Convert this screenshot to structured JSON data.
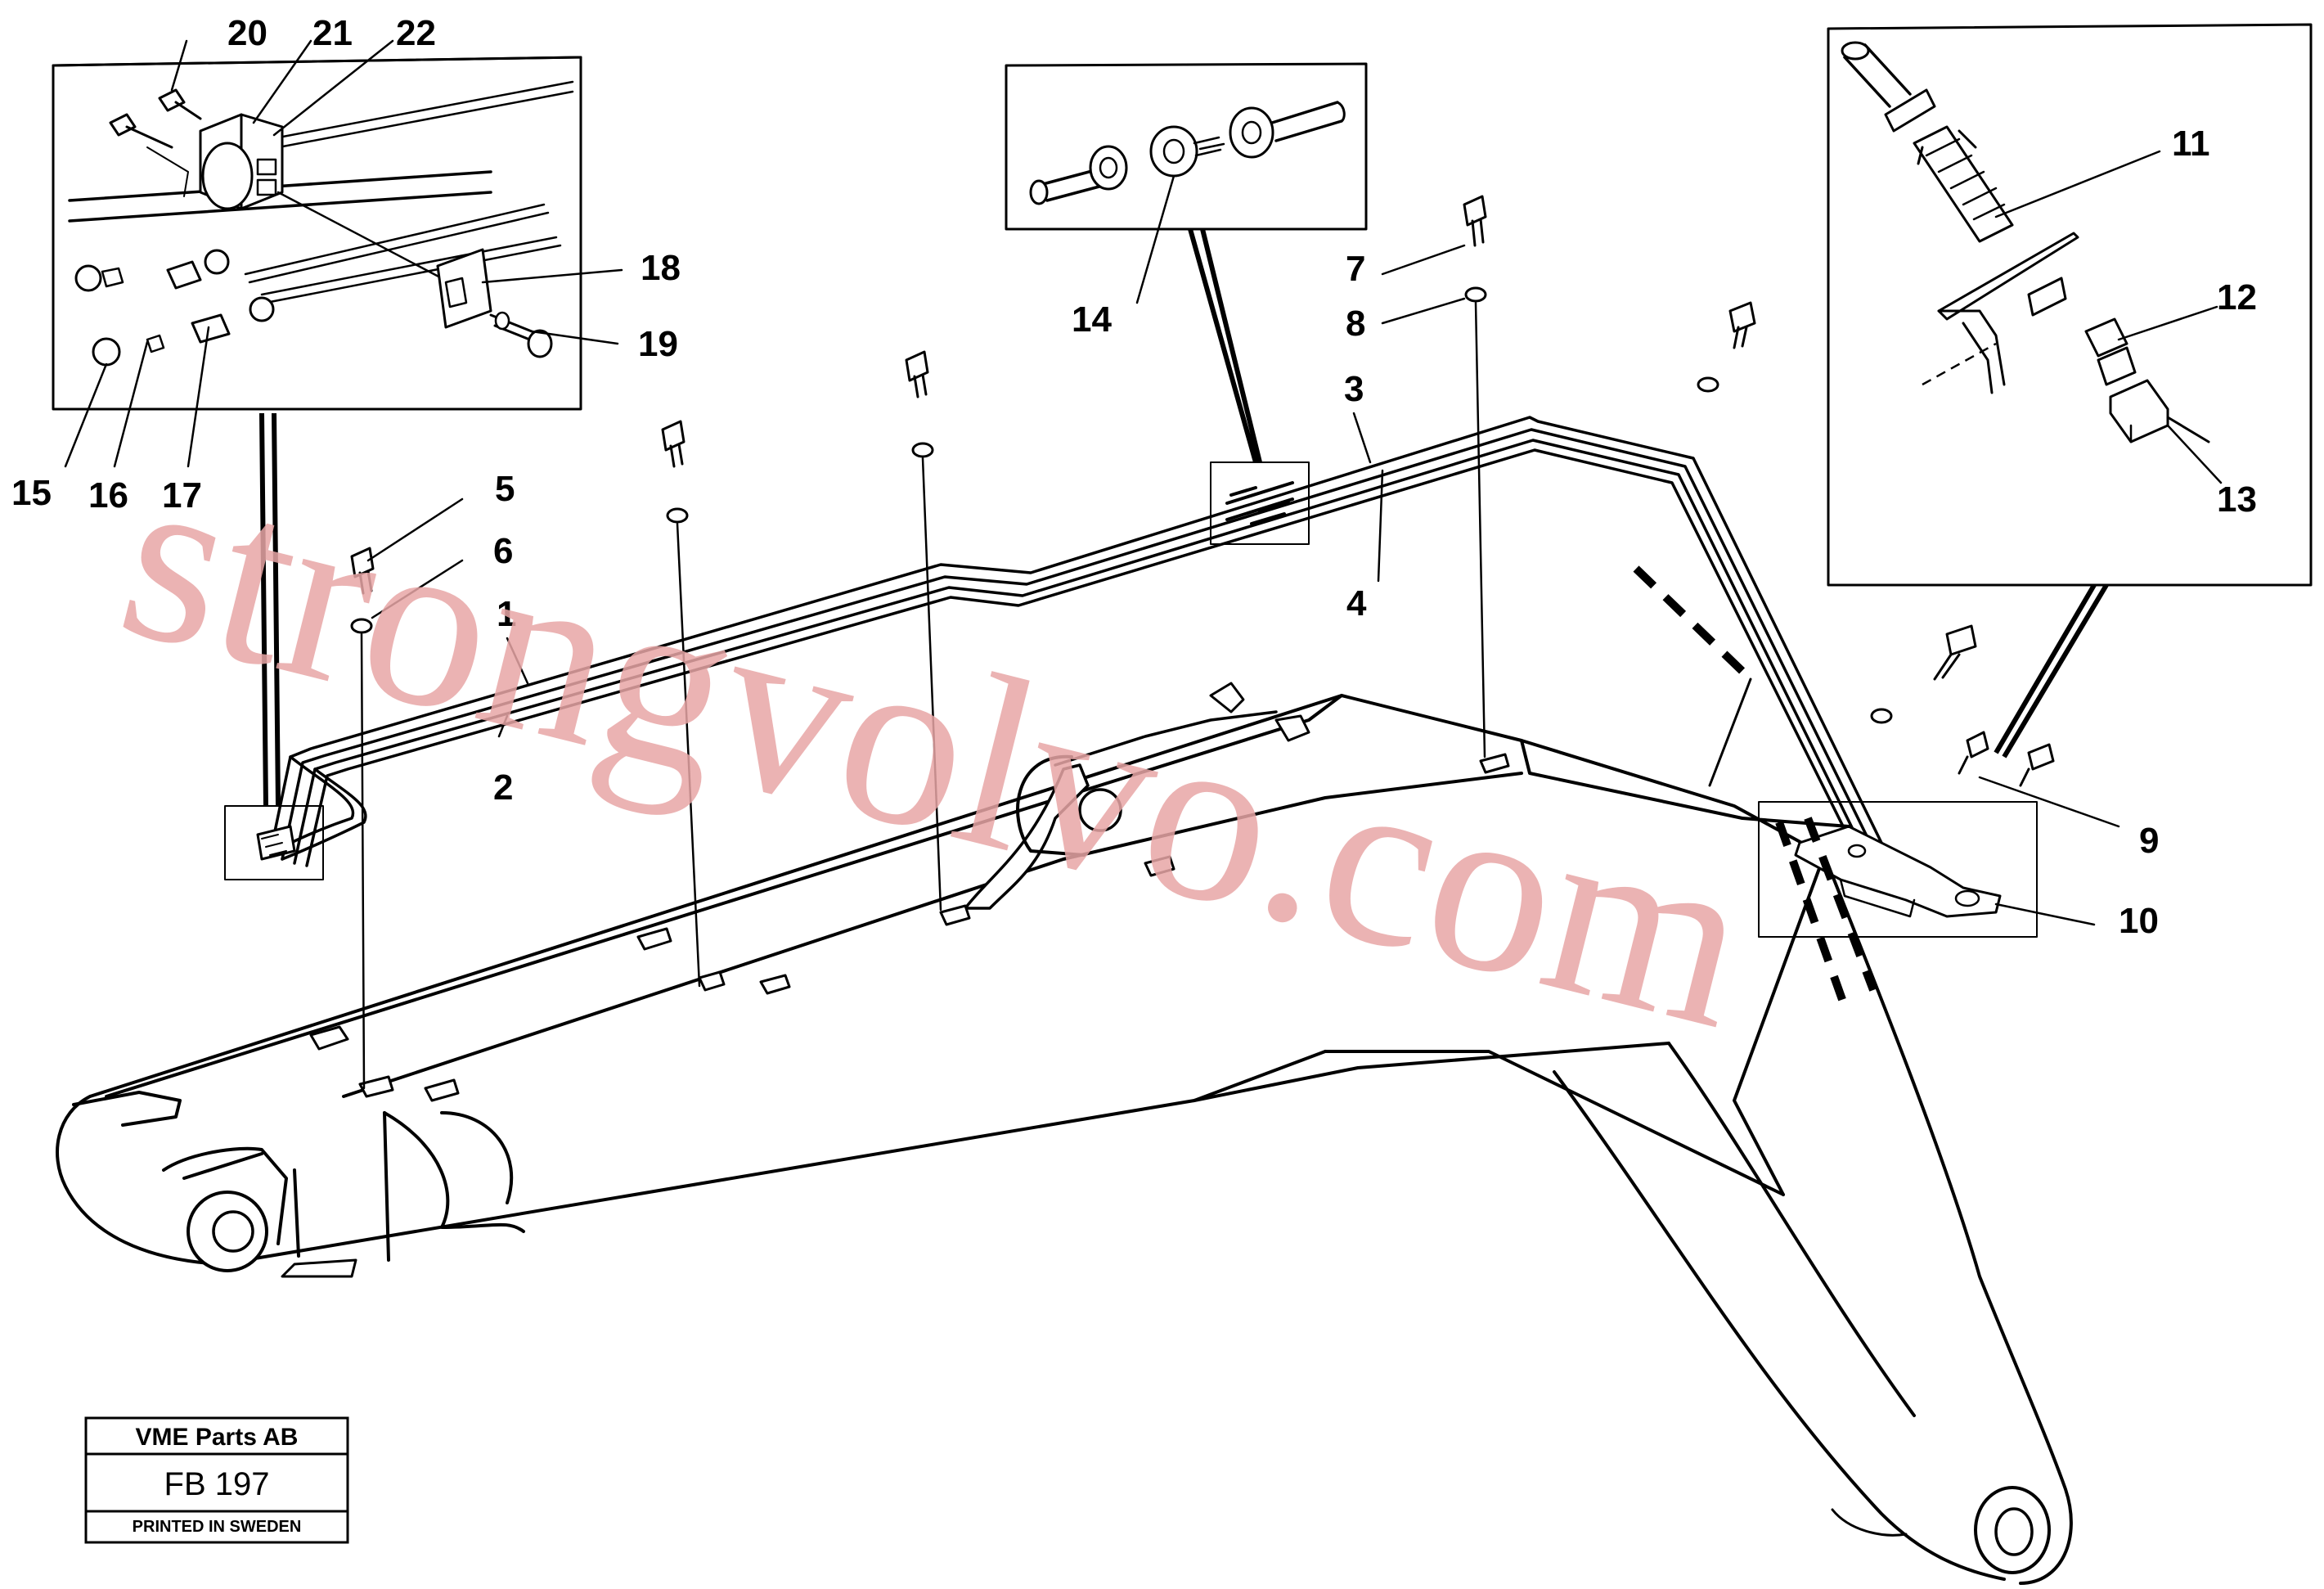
{
  "watermark": "strongvolvo.com",
  "title_block": {
    "company": "VME Parts AB",
    "code": "FB 197",
    "footer": "PRINTED IN SWEDEN"
  },
  "callouts": {
    "c1": "1",
    "c2": "2",
    "c3": "3",
    "c4": "4",
    "c5": "5",
    "c6": "6",
    "c7": "7",
    "c8": "8",
    "c9": "9",
    "c10": "10",
    "c11": "11",
    "c12": "12",
    "c13": "13",
    "c14": "14",
    "c15": "15",
    "c16": "16",
    "c17": "17",
    "c18": "18",
    "c19": "19",
    "c20": "20",
    "c21": "21",
    "c22": "22"
  }
}
